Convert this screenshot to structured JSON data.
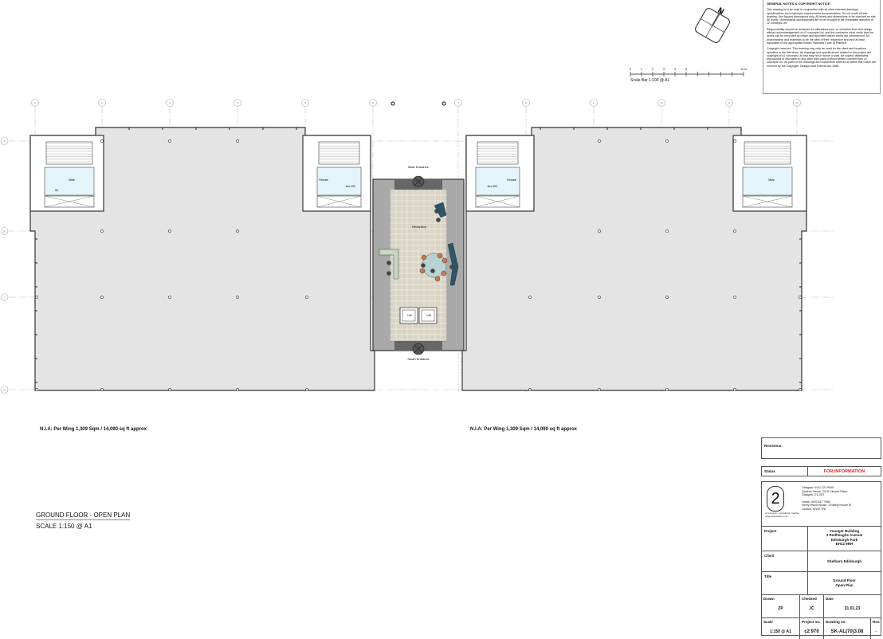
{
  "notes": {
    "heading": "GENERAL NOTES & COPYRIGHT NOTICE",
    "paragraphs": [
      "This drawing is to be read in conjunction with all other relevant drawings, specifications and employers requirements documentation. Do not scale off this drawing. Use figured dimensions only. All levels and dimensions to be checked on site. All levels / dimensional discrepancies are to be brought to the immediate attention of c2 concepts Ltd.",
      "Responsibility cannot be accepted for alterations and / or deviation from this design without acknowledgement of c2 concepts Ltd. and the contractor must verify that the works can be executed as drawn and specified before works are commenced. All workmanship and materials to be the best of their respective kind and at least equivalent to the appropriate British Standard Code of Practice.",
      "Copyright reserved. This drawing may only be used for the client and locations specified in the title block. All drawings and specifications related to this project are copyright of c2 concepts Ltd and may not in whole or part, be copied, distributed, reproduced or disclosed to any other third party without written consent from c2 concepts Ltd. All parts of the drawings and documents referred to within this notice are covered by the Copyright, Designs and Patents Act 1988."
    ]
  },
  "north_arrow": {
    "label": "N",
    "icon": "north-arrow-icon"
  },
  "scale_bar": {
    "ticks": [
      "0",
      "1",
      "2",
      "3",
      "4",
      "5",
      "10 m"
    ],
    "label": "Scale Bar 1:100 @ A1"
  },
  "grid": {
    "columns": [
      "1",
      "2",
      "3",
      "4",
      "5",
      "6",
      "7",
      "8",
      "9",
      "10",
      "11",
      "12"
    ],
    "rows": [
      "A",
      "B",
      "C",
      "D"
    ]
  },
  "rooms": {
    "main_entrance": "Main Entrance",
    "south_entrance": "South Entrance",
    "reception": "Reception",
    "lift": "Lift",
    "male": "Male",
    "female": "Female",
    "acc_wc": "Acc WC",
    "shower": "Sh"
  },
  "nia": {
    "left": "N.I.A: Per Wing  1,309 Sqm / 14,090 sq ft approx",
    "right": "N.I.A: Per Wing  1,309 Sqm / 14,090 sq ft approx"
  },
  "drawing_title": "GROUND FLOOR - OPEN PLAN",
  "drawing_scale": "SCALE 1:150 @ A1",
  "title_block": {
    "revisions_label": "Revisions:",
    "status_label": "Status",
    "status_value": "FOR INFORMATION",
    "status_color": "#e02020",
    "logo_text": "2",
    "logo_tagline": "c2 concepts · considered. creative.",
    "logo_web": "www.c2concepts.co.uk",
    "glasgow": [
      "Glasgow: 0141 221 9009",
      "Queens House, 29 St Vincent Place",
      "Glasgow, G1 2DT"
    ],
    "leeds": [
      "Leeds: 0203 617 7884",
      "Henry Wood House, 3 Riding House St",
      "London, W1W 7FA"
    ],
    "project_label": "Project",
    "project_value": [
      "Younger Building",
      "3 Redheughs Avenue",
      "Edinburgh Park",
      "EH12 9RH"
    ],
    "client_label": "Client",
    "client_value": "Shelborn Edinburgh",
    "title_label": "Title",
    "title_value": [
      "Ground Floor",
      "Open Plan"
    ],
    "drawn_label": "Drawn",
    "drawn_value": "ZP",
    "checked_label": "Checked",
    "checked_value": "JC",
    "date_label": "Date",
    "date_value": "31.01.23",
    "scale_label": "Scale",
    "scale_value": "1:150 @ A1",
    "projno_label": "Project no.",
    "projno_value": "c2 970",
    "drawingno_label": "Drawing no.",
    "drawingno_value": "SK-AL(70)3.08",
    "rev_label": "Rev.",
    "rev_value": "-"
  },
  "colors": {
    "office_fill": "#e4e4e4",
    "wall": "#333333",
    "atrium_floor": "#d9d4c4",
    "reception_desk": "#2e5566",
    "table": "#b9d3d3",
    "chair": "#c7784f",
    "toilets": "#e4f4fb"
  }
}
